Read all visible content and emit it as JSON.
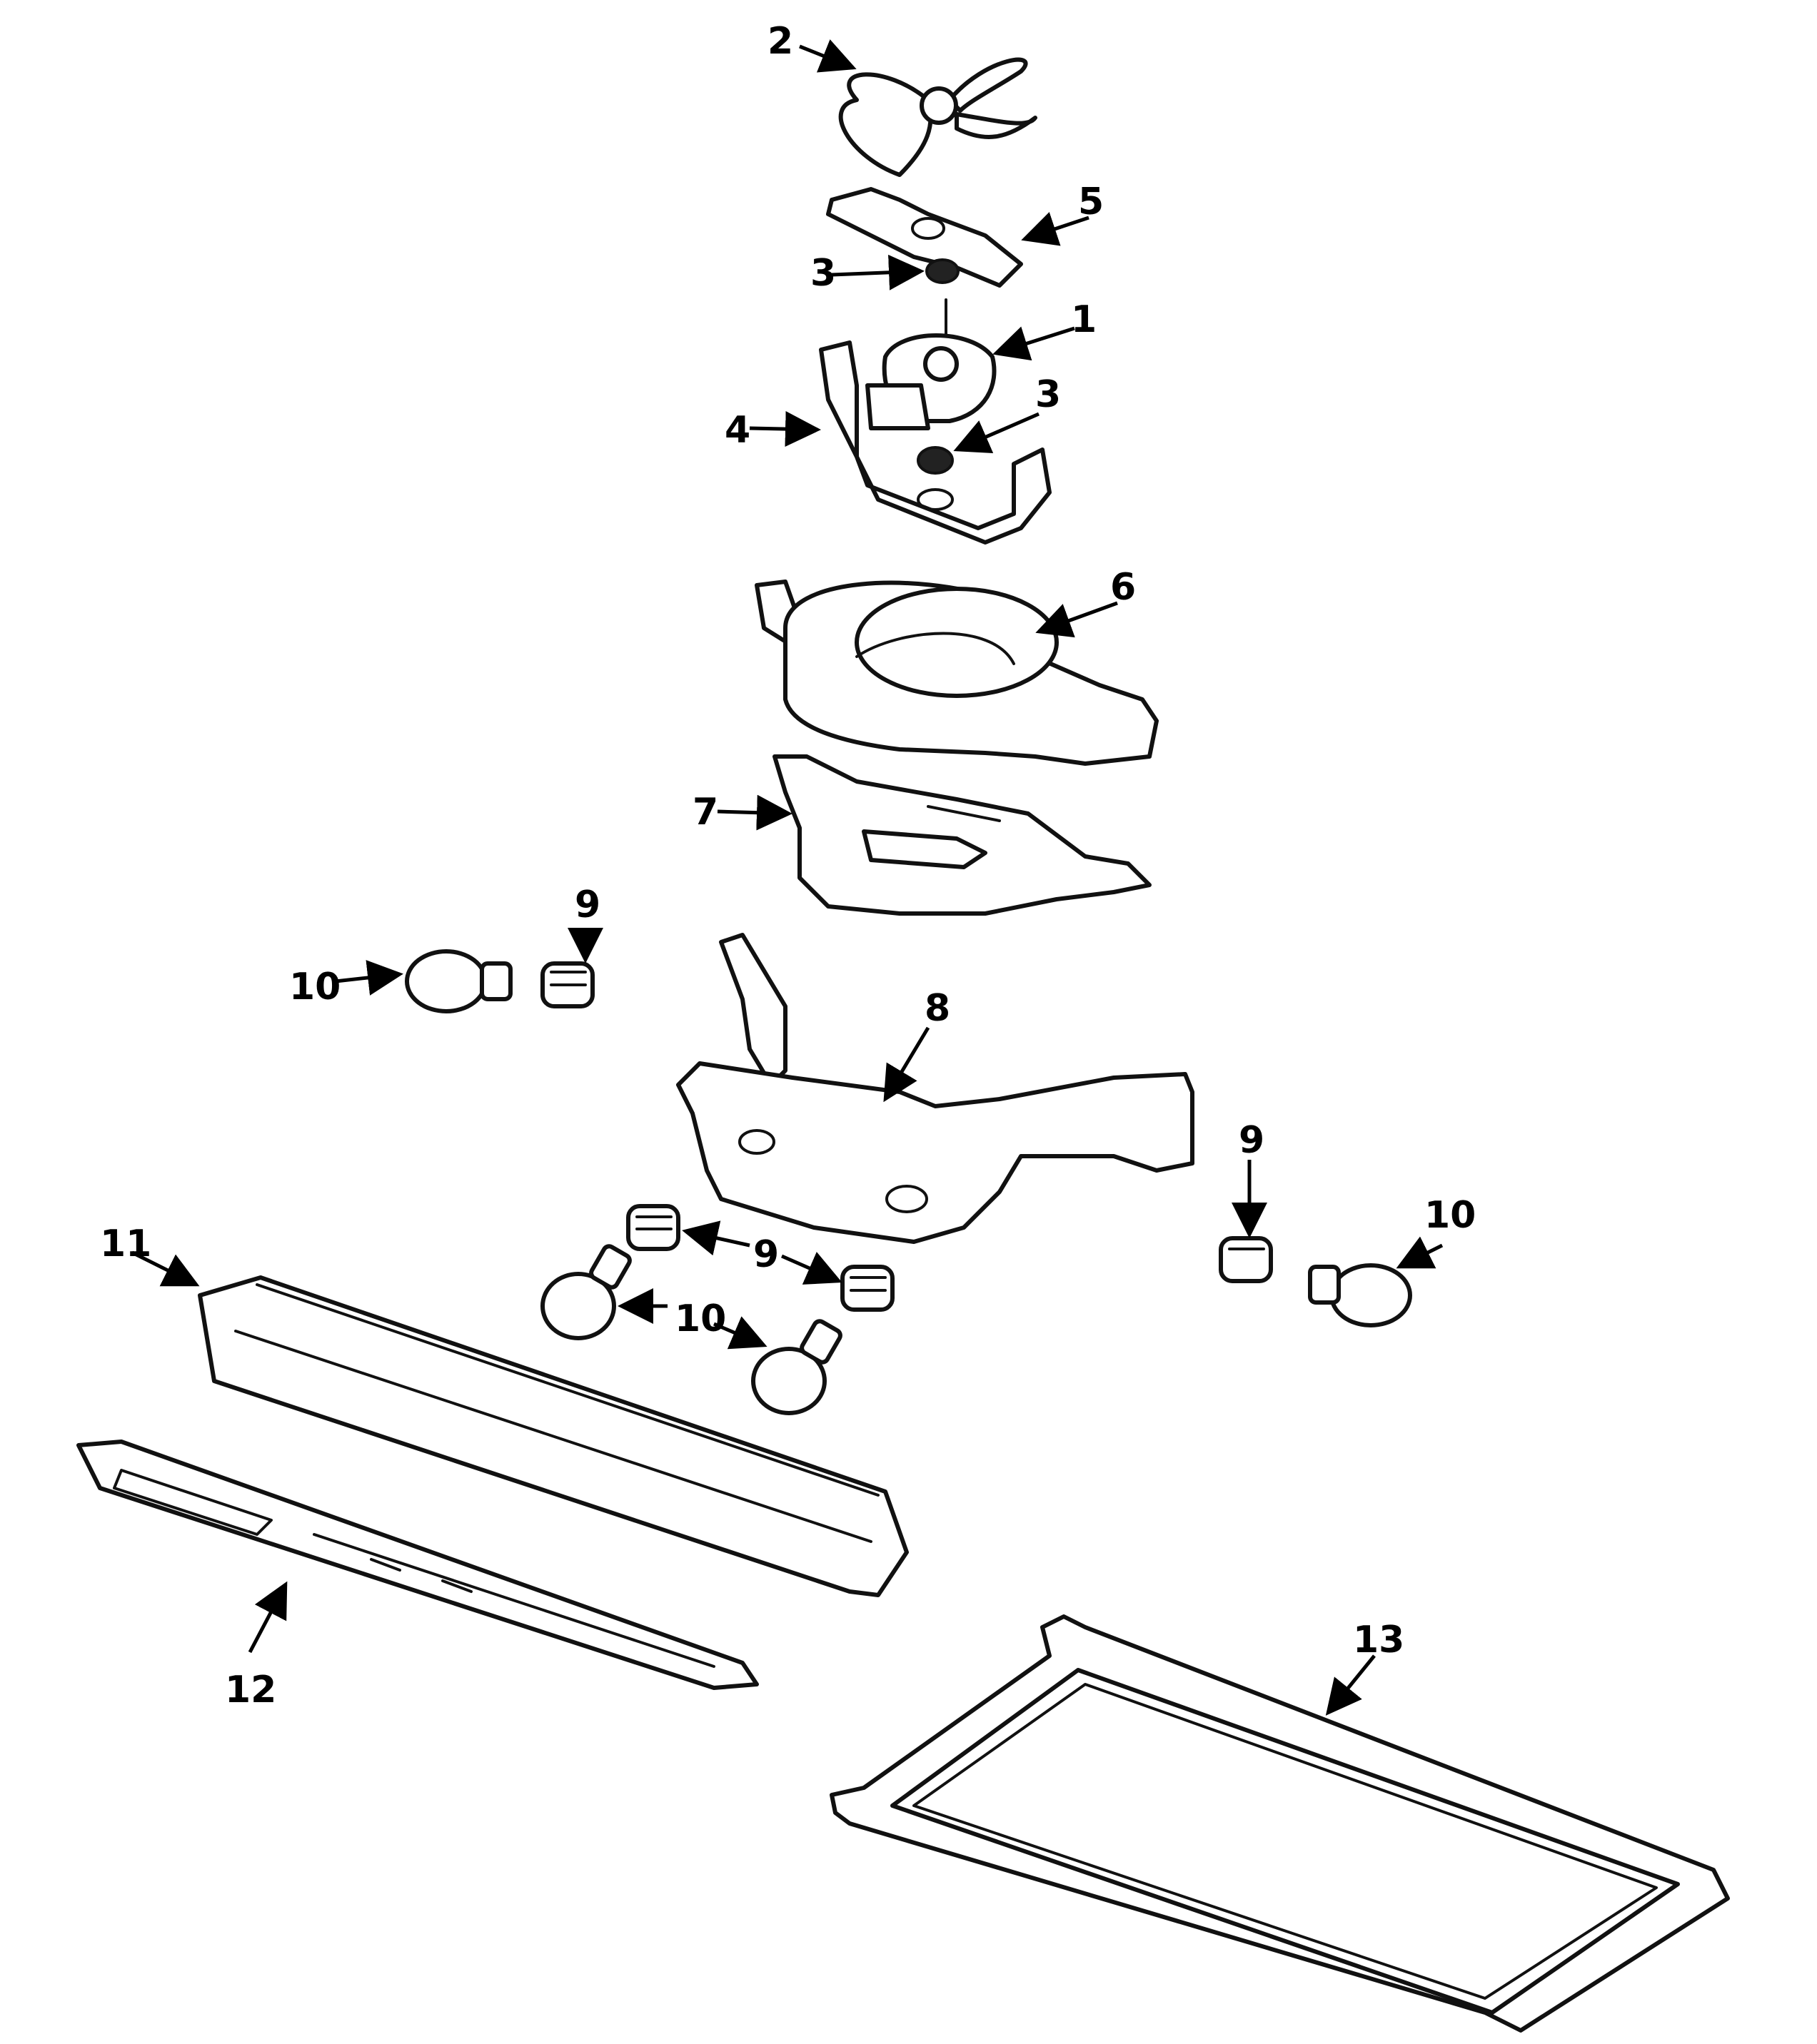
{
  "callouts": [
    {
      "id": "c1",
      "text": "1"
    },
    {
      "id": "c2",
      "text": "2"
    },
    {
      "id": "c3a",
      "text": "3"
    },
    {
      "id": "c3b",
      "text": "3"
    },
    {
      "id": "c4",
      "text": "4"
    },
    {
      "id": "c5",
      "text": "5"
    },
    {
      "id": "c6",
      "text": "6"
    },
    {
      "id": "c7",
      "text": "7"
    },
    {
      "id": "c8",
      "text": "8"
    },
    {
      "id": "c9a",
      "text": "9"
    },
    {
      "id": "c9b",
      "text": "9"
    },
    {
      "id": "c9c",
      "text": "9"
    },
    {
      "id": "c10a",
      "text": "10"
    },
    {
      "id": "c10b",
      "text": "10"
    },
    {
      "id": "c10c",
      "text": "10"
    },
    {
      "id": "c11",
      "text": "11"
    },
    {
      "id": "c12",
      "text": "12"
    },
    {
      "id": "c13",
      "text": "13"
    }
  ]
}
